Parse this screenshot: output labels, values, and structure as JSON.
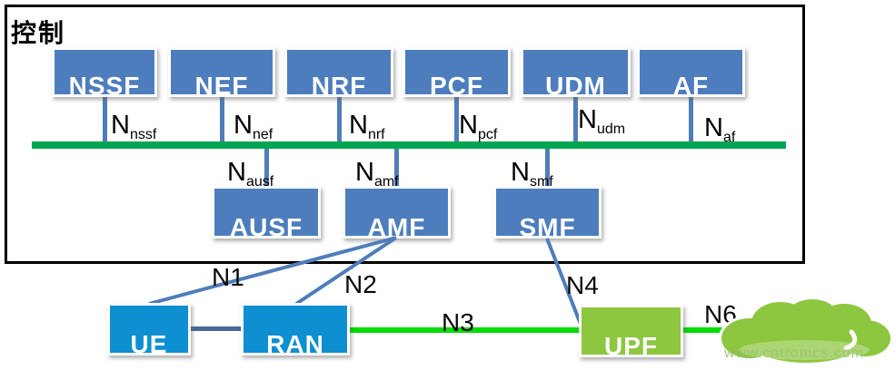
{
  "control": {
    "title": "控制"
  },
  "nodes": {
    "top": [
      {
        "label": "NSSF"
      },
      {
        "label": "NEF"
      },
      {
        "label": "NRF"
      },
      {
        "label": "PCF"
      },
      {
        "label": "UDM"
      },
      {
        "label": "AF"
      }
    ],
    "middle": [
      {
        "label": "AUSF"
      },
      {
        "label": "AMF"
      },
      {
        "label": "SMF"
      }
    ],
    "bottom": [
      {
        "label": "UE"
      },
      {
        "label": "RAN"
      },
      {
        "label": "UPF"
      }
    ]
  },
  "interfaces": {
    "bus_top": [
      {
        "base": "N",
        "sub": "nssf"
      },
      {
        "base": "N",
        "sub": "nef"
      },
      {
        "base": "N",
        "sub": "nrf"
      },
      {
        "base": "N",
        "sub": "pcf"
      },
      {
        "base": "N",
        "sub": "udm"
      },
      {
        "base": "N",
        "sub": "af"
      }
    ],
    "bus_bottom": [
      {
        "base": "N",
        "sub": "ausf"
      },
      {
        "base": "N",
        "sub": "amf"
      },
      {
        "base": "N",
        "sub": "smf"
      }
    ],
    "links": [
      {
        "label": "N1"
      },
      {
        "label": "N2"
      },
      {
        "label": "N3"
      },
      {
        "label": "N4"
      },
      {
        "label": "N6"
      }
    ]
  },
  "colors": {
    "control_node_fill": "#4d7dbd",
    "access_node_fill": "#0d8fd2",
    "upf_fill": "#8dc63f",
    "bus_green": "#00a551",
    "link_green": "#00dd00",
    "connector_blue": "#4f7dba",
    "border_black": "#000000"
  },
  "watermark": {
    "text": "www.cntronics.com"
  }
}
